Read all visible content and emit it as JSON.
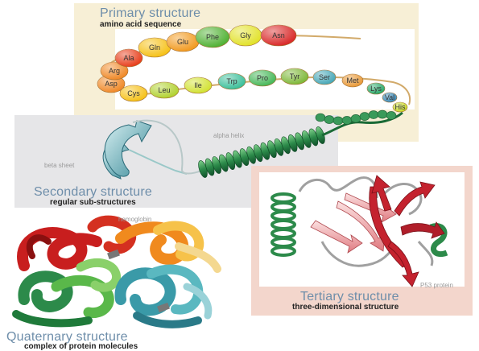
{
  "primary": {
    "title": "Primary structure",
    "subtitle": "amino acid sequence",
    "amino_acids": [
      {
        "label": "Asp",
        "color": "#f08a2a"
      },
      {
        "label": "Arg",
        "color": "#f08a2a"
      },
      {
        "label": "Ala",
        "color": "#e8401e"
      },
      {
        "label": "Gln",
        "color": "#f6c21a"
      },
      {
        "label": "Glu",
        "color": "#f29b22"
      },
      {
        "label": "Phe",
        "color": "#52b236"
      },
      {
        "label": "Gly",
        "color": "#e2e22c"
      },
      {
        "label": "Asn",
        "color": "#d92b2b"
      },
      {
        "label": "Cys",
        "color": "#f6c21a"
      },
      {
        "label": "Leu",
        "color": "#b2d232"
      },
      {
        "label": "Ile",
        "color": "#d2e234"
      },
      {
        "label": "Trp",
        "color": "#3cbf9a"
      },
      {
        "label": "Pro",
        "color": "#48b85a"
      },
      {
        "label": "Tyr",
        "color": "#7fb83a"
      },
      {
        "label": "Ser",
        "color": "#48a8b8"
      },
      {
        "label": "Met",
        "color": "#e89a3a"
      },
      {
        "label": "Lys",
        "color": "#2aa86a"
      },
      {
        "label": "Val",
        "color": "#3a8ab8"
      },
      {
        "label": "His",
        "color": "#c8d82a"
      }
    ]
  },
  "secondary": {
    "title": "Secondary structure",
    "subtitle": "regular sub-structures",
    "beta_label": "beta sheet",
    "alpha_label": "alpha helix"
  },
  "tertiary": {
    "title": "Tertiary structure",
    "subtitle": "three-dimensional structure",
    "protein_label": "P53 protein"
  },
  "quaternary": {
    "title": "Quaternary structure",
    "subtitle": "complex of protein molecules",
    "protein_label": "hemoglobin"
  },
  "colors": {
    "title_blue": "#6e8eaa",
    "helix_green": "#2c8a4a",
    "sheet_red": "#c4222e",
    "sheet_teal": "#3a9aa8"
  }
}
